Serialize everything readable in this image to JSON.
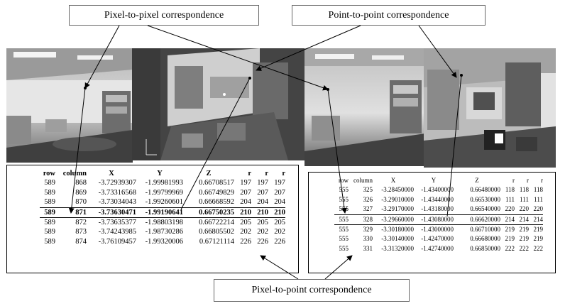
{
  "labels": {
    "pixel_to_pixel": "Pixel-to-pixel correspondence",
    "point_to_point": "Point-to-point correspondence",
    "pixel_to_point": "Pixel-to-point correspondence"
  },
  "left_table": {
    "headers": [
      "row",
      "column",
      "X",
      "Y",
      "Z",
      "r",
      "r",
      "r"
    ],
    "rows": [
      [
        "589",
        "868",
        "-3.72939307",
        "-1.99981993",
        "0.66708517",
        "197",
        "197",
        "197"
      ],
      [
        "589",
        "869",
        "-3.73316568",
        "-1.99799969",
        "0.66749829",
        "207",
        "207",
        "207"
      ],
      [
        "589",
        "870",
        "-3.73034043",
        "-1.99260601",
        "0.66668592",
        "204",
        "204",
        "204"
      ],
      [
        "589",
        "871",
        "-3.73630471",
        "-1.99190641",
        "0.66750235",
        "210",
        "210",
        "210"
      ],
      [
        "589",
        "872",
        "-3.73635377",
        "-1.98803198",
        "0.66722214",
        "205",
        "205",
        "205"
      ],
      [
        "589",
        "873",
        "-3.74243985",
        "-1.98730286",
        "0.66805502",
        "202",
        "202",
        "202"
      ],
      [
        "589",
        "874",
        "-3.76109457",
        "-1.99320006",
        "0.67121114",
        "226",
        "226",
        "226"
      ]
    ]
  },
  "right_table": {
    "headers": [
      "row",
      "column",
      "X",
      "Y",
      "Z",
      "r",
      "r",
      "r"
    ],
    "rows": [
      [
        "555",
        "325",
        "-3.28450000",
        "-1.43400000",
        "0.66480000",
        "118",
        "118",
        "118"
      ],
      [
        "555",
        "326",
        "-3.29010000",
        "-1.43440000",
        "0.66530000",
        "111",
        "111",
        "111"
      ],
      [
        "555",
        "327",
        "-3.29170000",
        "-1.43180000",
        "0.66540000",
        "220",
        "220",
        "220"
      ],
      [
        "555",
        "328",
        "-3.29660000",
        "-1.43080000",
        "0.66620000",
        "214",
        "214",
        "214"
      ],
      [
        "555",
        "329",
        "-3.30180000",
        "-1.43000000",
        "0.66710000",
        "219",
        "219",
        "219"
      ],
      [
        "555",
        "330",
        "-3.30140000",
        "-1.42470000",
        "0.66680000",
        "219",
        "219",
        "219"
      ],
      [
        "555",
        "331",
        "-3.31320000",
        "-1.42740000",
        "0.66850000",
        "222",
        "222",
        "222"
      ]
    ]
  }
}
